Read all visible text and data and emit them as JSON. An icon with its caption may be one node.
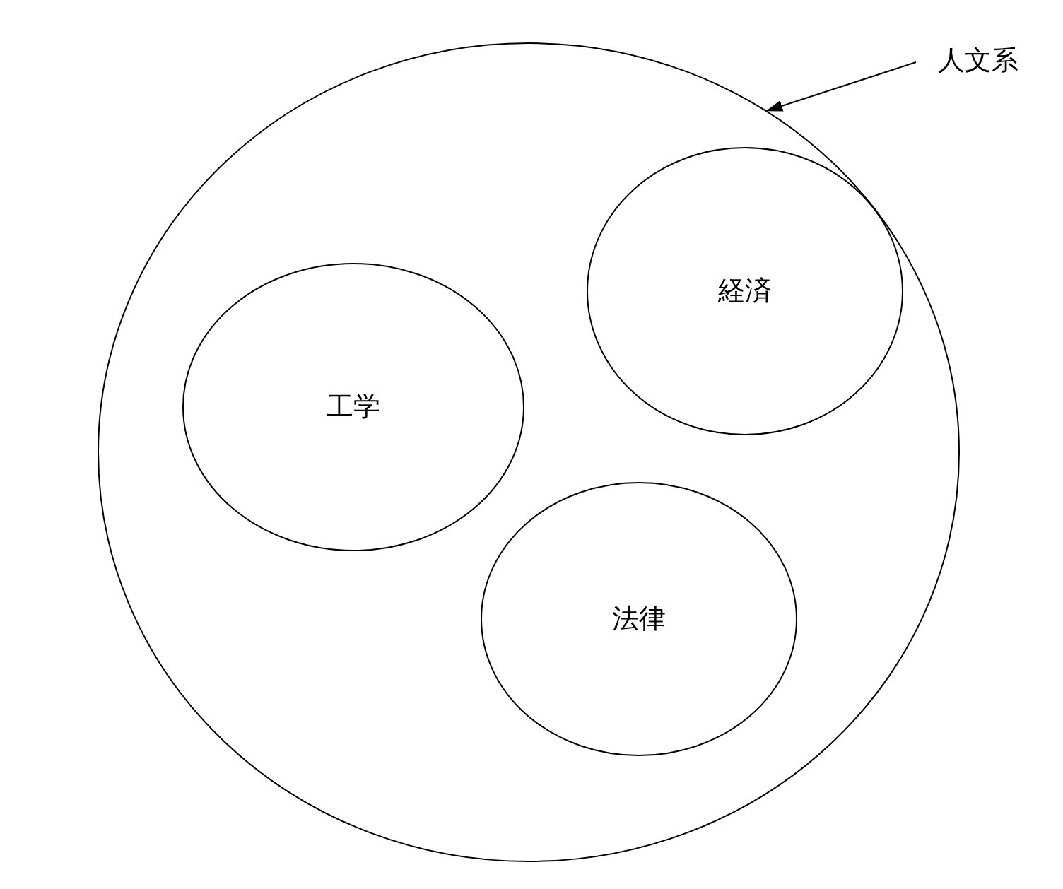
{
  "diagram": {
    "nodes": [
      {
        "text": [
          "人文系"
        ]
      },
      {
        "text": [],
        "shape": "circle"
      },
      {
        "text": [
          "経済"
        ],
        "in": 1
      },
      {
        "text": [
          "工学"
        ],
        "in": 1
      },
      {
        "text": [
          "法律"
        ],
        "in": 1
      }
    ],
    "edges": [
      {
        "from": 0,
        "to": 1,
        "arrow": "to"
      }
    ]
  }
}
